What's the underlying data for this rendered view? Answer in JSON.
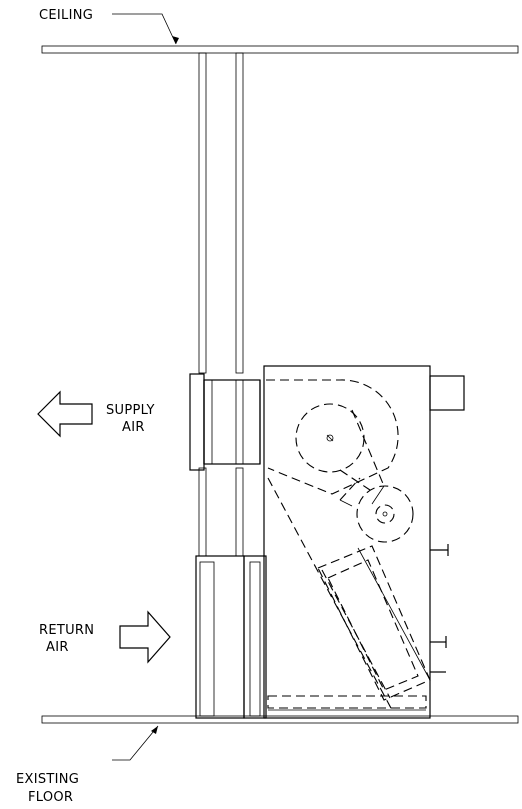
{
  "labels": {
    "ceiling": "CEILING",
    "supply_line1": "SUPPLY",
    "supply_line2": "AIR",
    "return_line1": "RETURN",
    "return_line2": "AIR",
    "floor_line1": "EXISTING",
    "floor_line2": "FLOOR"
  },
  "icons": {
    "supply_arrow": "arrow-left-icon",
    "return_arrow": "arrow-right-icon",
    "fan": "fan-wheel-icon",
    "motor": "motor-icon"
  },
  "colors": {
    "line": "#000000",
    "background": "#ffffff"
  }
}
